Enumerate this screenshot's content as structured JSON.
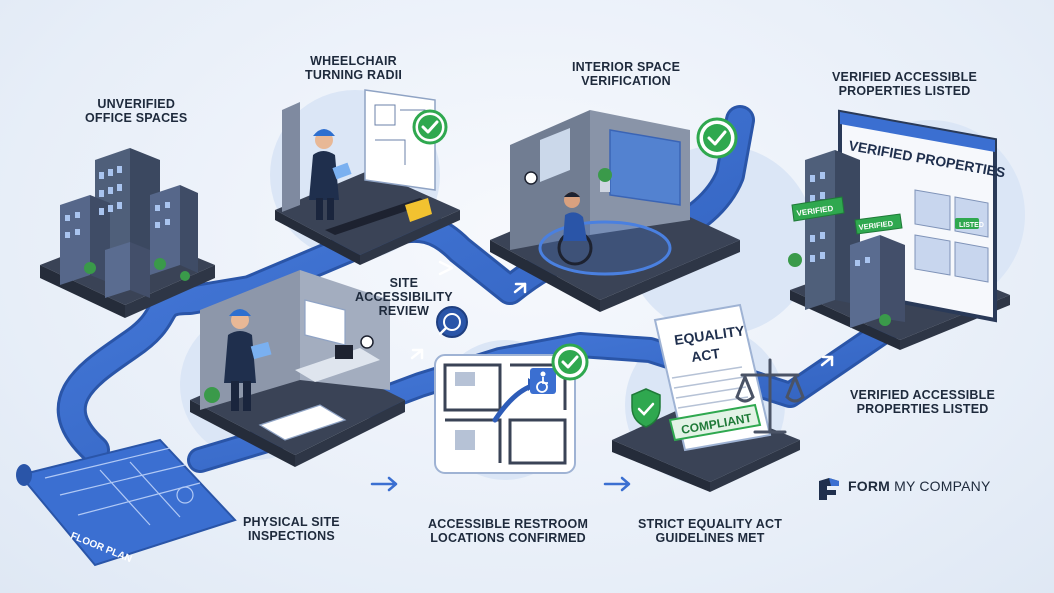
{
  "labels": {
    "unverified": [
      "UNVERIFIED",
      "OFFICE SPACES"
    ],
    "wheelchair": [
      "WHEELCHAIR",
      "TURNING RADII"
    ],
    "interior": [
      "INTERIOR SPACE",
      "VERIFICATION"
    ],
    "verified_top": [
      "VERIFIED ACCESSIBLE",
      "PROPERTIES LISTED"
    ],
    "site_review": [
      "SITE",
      "ACCESSIBILITY",
      "REVIEW"
    ],
    "verified_bottom": [
      "VERIFIED ACCESSIBLE",
      "PROPERTIES LISTED"
    ],
    "physical": [
      "PHYSICAL SITE",
      "INSPECTIONS"
    ],
    "restroom": [
      "ACCESSIBLE RESTROOM",
      "LOCATIONS CONFIRMED"
    ],
    "equality": [
      "STRICT EQUALITY ACT",
      "GUIDELINES MET"
    ]
  },
  "illustration_text": {
    "floor_plan": "FLOOR PLAN",
    "equality_doc": [
      "EQUALITY",
      "ACT"
    ],
    "compliant_stamp": "COMPLIANT",
    "verified_properties": "VERIFIED PROPERTIES",
    "verified_badge": "VERIFIED",
    "listed_badge": "LISTED"
  },
  "brand": {
    "bold": "FORM",
    "light": "MY COMPANY"
  },
  "colors": {
    "path": "#3b6fd1",
    "path_dark": "#2a55a8",
    "check": "#2fa84f",
    "navy": "#1f2f4d",
    "platform": "#3a4356"
  }
}
